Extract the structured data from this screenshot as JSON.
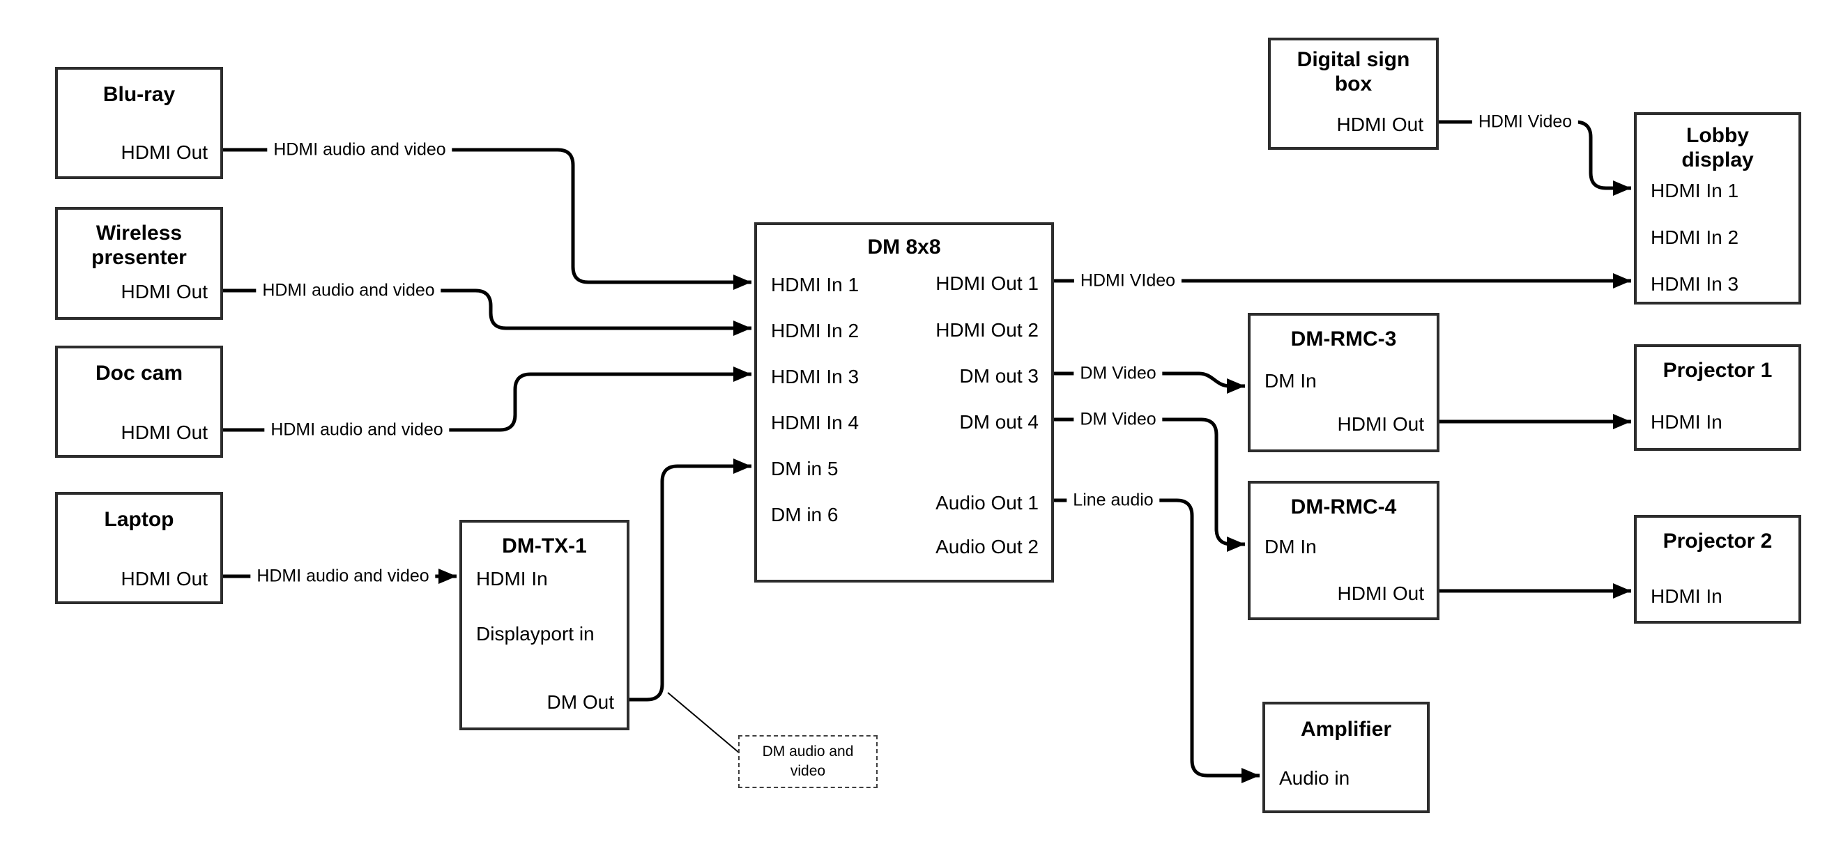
{
  "colors": {
    "background": "#ffffff",
    "box_border": "#2d2d2d",
    "wire": "#000000",
    "text": "#000000"
  },
  "nodes": [
    {
      "id": "blu-ray",
      "title": "Blu-ray",
      "ports": [
        {
          "label": "HDMI Out",
          "side": "right"
        }
      ]
    },
    {
      "id": "wireless-presenter",
      "title": "Wireless presenter",
      "ports": [
        {
          "label": "HDMI Out",
          "side": "right"
        }
      ]
    },
    {
      "id": "doc-cam",
      "title": "Doc cam",
      "ports": [
        {
          "label": "HDMI Out",
          "side": "right"
        }
      ]
    },
    {
      "id": "laptop",
      "title": "Laptop",
      "ports": [
        {
          "label": "HDMI Out",
          "side": "right"
        }
      ]
    },
    {
      "id": "dm-tx-1",
      "title": "DM-TX-1",
      "ports": [
        {
          "label": "HDMI In",
          "side": "left"
        },
        {
          "label": "Displayport in",
          "side": "left"
        },
        {
          "label": "DM Out",
          "side": "right"
        }
      ]
    },
    {
      "id": "dm-8x8",
      "title": "DM 8x8",
      "ports": [
        {
          "label": "HDMI In 1",
          "side": "left"
        },
        {
          "label": "HDMI In 2",
          "side": "left"
        },
        {
          "label": "HDMI In 3",
          "side": "left"
        },
        {
          "label": "HDMI In 4",
          "side": "left"
        },
        {
          "label": "DM in 5",
          "side": "left"
        },
        {
          "label": "DM in 6",
          "side": "left"
        },
        {
          "label": "HDMI Out 1",
          "side": "right"
        },
        {
          "label": "HDMI Out 2",
          "side": "right"
        },
        {
          "label": "DM out 3",
          "side": "right"
        },
        {
          "label": "DM out 4",
          "side": "right"
        },
        {
          "label": "Audio Out 1",
          "side": "right"
        },
        {
          "label": "Audio Out 2",
          "side": "right"
        }
      ]
    },
    {
      "id": "digital-sign-box",
      "title": "Digital sign box",
      "ports": [
        {
          "label": "HDMI Out",
          "side": "right"
        }
      ]
    },
    {
      "id": "lobby-display",
      "title": "Lobby display",
      "ports": [
        {
          "label": "HDMI In 1",
          "side": "left"
        },
        {
          "label": "HDMI In 2",
          "side": "left"
        },
        {
          "label": "HDMI In 3",
          "side": "left"
        }
      ]
    },
    {
      "id": "dm-rmc-3",
      "title": "DM-RMC-3",
      "ports": [
        {
          "label": "DM In",
          "side": "left"
        },
        {
          "label": "HDMI Out",
          "side": "right"
        }
      ]
    },
    {
      "id": "projector-1",
      "title": "Projector 1",
      "ports": [
        {
          "label": "HDMI In",
          "side": "left"
        }
      ]
    },
    {
      "id": "dm-rmc-4",
      "title": "DM-RMC-4",
      "ports": [
        {
          "label": "DM In",
          "side": "left"
        },
        {
          "label": "HDMI Out",
          "side": "right"
        }
      ]
    },
    {
      "id": "projector-2",
      "title": "Projector 2",
      "ports": [
        {
          "label": "HDMI In",
          "side": "left"
        }
      ]
    },
    {
      "id": "amplifier",
      "title": "Amplifier",
      "ports": [
        {
          "label": "Audio in",
          "side": "left"
        }
      ]
    }
  ],
  "edges": [
    {
      "from": "Blu-ray HDMI Out",
      "to": "DM 8x8 HDMI In 1",
      "label": "HDMI audio and video"
    },
    {
      "from": "Wireless presenter HDMI Out",
      "to": "DM 8x8 HDMI In 2",
      "label": "HDMI audio and video"
    },
    {
      "from": "Doc cam HDMI Out",
      "to": "DM 8x8 HDMI In 3",
      "label": "HDMI audio and video"
    },
    {
      "from": "Laptop HDMI Out",
      "to": "DM-TX-1 HDMI In",
      "label": "HDMI audio and video"
    },
    {
      "from": "DM-TX-1 DM Out",
      "to": "DM 8x8 DM in 5",
      "label": ""
    },
    {
      "from": "DM 8x8 HDMI Out 1",
      "to": "Lobby display HDMI In 3",
      "label": "HDMI VIdeo"
    },
    {
      "from": "Digital sign box HDMI Out",
      "to": "Lobby display HDMI In 1",
      "label": "HDMI Video"
    },
    {
      "from": "DM 8x8 DM out 3",
      "to": "DM-RMC-3 DM In",
      "label": "DM Video"
    },
    {
      "from": "DM 8x8 DM out 4",
      "to": "DM-RMC-4 DM In",
      "label": "DM Video"
    },
    {
      "from": "DM 8x8 Audio Out 1",
      "to": "Amplifier Audio in",
      "label": "Line audio"
    },
    {
      "from": "DM-RMC-3 HDMI Out",
      "to": "Projector 1 HDMI In",
      "label": ""
    },
    {
      "from": "DM-RMC-4 HDMI Out",
      "to": "Projector 2 HDMI In",
      "label": ""
    }
  ],
  "note": {
    "text": "DM audio and video",
    "attached_to": "DM-TX-1 DM Out wire"
  }
}
